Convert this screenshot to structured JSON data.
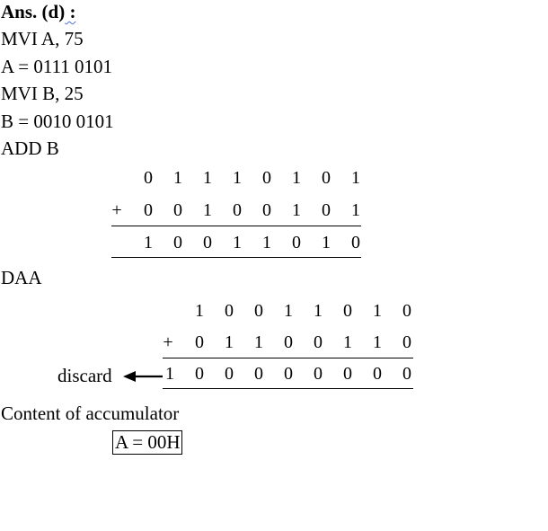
{
  "heading": {
    "prefix": "Ans. (d)",
    "squiggle": " :"
  },
  "lines": [
    "MVI A, 75",
    "A = 0111 0101",
    "MVI B, 25",
    "B = 0010 0101",
    "ADD B"
  ],
  "add_b": {
    "row1": [
      "0",
      "1",
      "1",
      "1",
      "0",
      "1",
      "0",
      "1"
    ],
    "row2": [
      "0",
      "0",
      "1",
      "0",
      "0",
      "1",
      "0",
      "1"
    ],
    "result": [
      "1",
      "0",
      "0",
      "1",
      "1",
      "0",
      "1",
      "0"
    ],
    "operator": "+"
  },
  "daa_label": "DAA",
  "daa": {
    "row1": [
      "1",
      "0",
      "0",
      "1",
      "1",
      "0",
      "1",
      "0"
    ],
    "row2": [
      "0",
      "1",
      "1",
      "0",
      "0",
      "1",
      "1",
      "0"
    ],
    "result": [
      "1",
      "0",
      "0",
      "0",
      "0",
      "0",
      "0",
      "0",
      "0"
    ],
    "operator": "+",
    "discard_label": "discard"
  },
  "content_label": "Content of accumulator",
  "final_answer": "A = 00H"
}
